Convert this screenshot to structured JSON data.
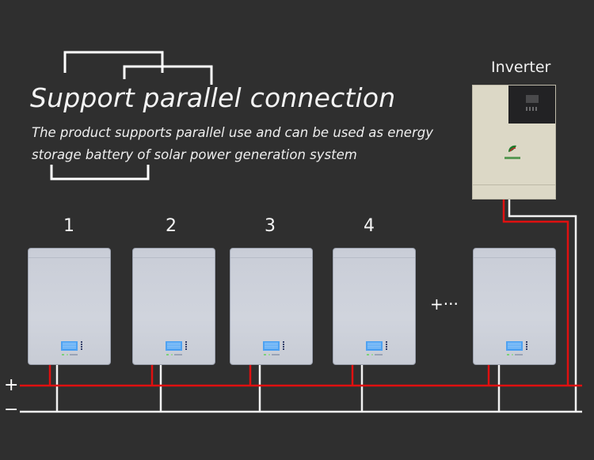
{
  "heading": {
    "title": "Support parallel connection",
    "subtitle_line1": "The product supports parallel use and can be used as energy",
    "subtitle_line2": "storage battery of solar power generation system"
  },
  "inverter": {
    "label": "Inverter",
    "icon": "inverter-icon"
  },
  "batteries": [
    {
      "number": "1"
    },
    {
      "number": "2"
    },
    {
      "number": "3"
    },
    {
      "number": "4"
    },
    {
      "number": ""
    }
  ],
  "more_indicator": "+···",
  "bus": {
    "positive_label": "+",
    "negative_label": "−",
    "positive_color": "#e01010",
    "negative_color": "#f2f2f2"
  }
}
